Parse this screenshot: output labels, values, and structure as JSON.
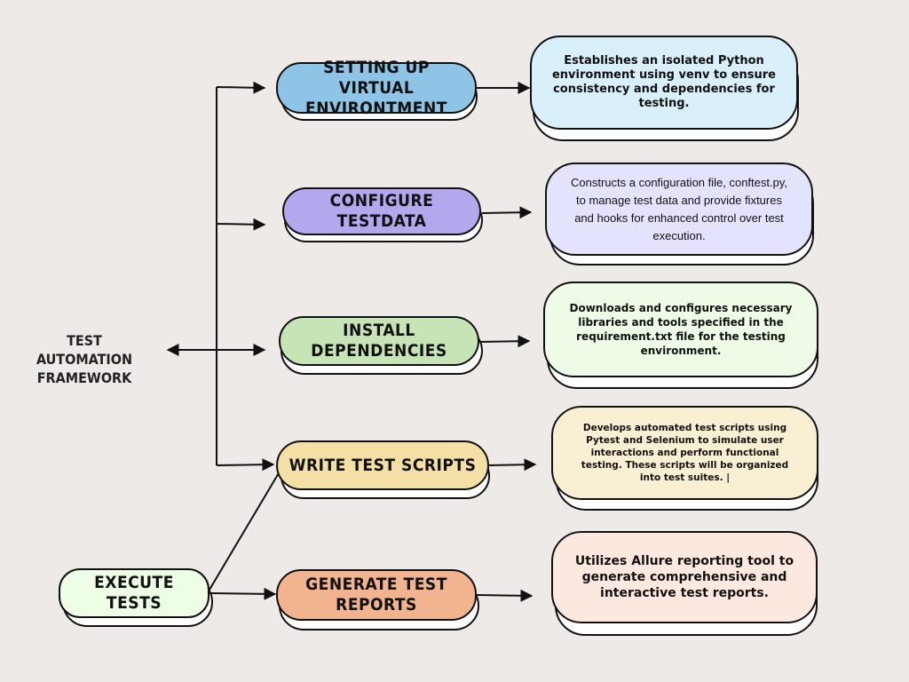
{
  "root": {
    "label": "TEST AUTOMATION\nFRAMEWORK"
  },
  "execute": {
    "label": "EXECUTE TESTS",
    "color": "#eefde6"
  },
  "steps": [
    {
      "id": "venv",
      "label": "SETTING UP VIRTUAL ENVIRONTMENT",
      "color": "#8ec4e6",
      "desc": "Establishes an isolated Python environment using venv to ensure consistency and dependencies for testing.",
      "desc_color": "#d9effa"
    },
    {
      "id": "testdata",
      "label": "CONFIGURE TESTDATA",
      "color": "#b3a8ee",
      "desc": "Constructs a configuration file, conftest.py, to manage test data and provide fixtures and hooks for enhanced control over test execution.",
      "desc_color": "#e3e3fd"
    },
    {
      "id": "deps",
      "label": "INSTALL DEPENDENCIES",
      "color": "#c7e4b6",
      "desc": "Downloads and configures necessary libraries and tools specified in the requirement.txt file for the testing environment.",
      "desc_color": "#eefbe6"
    },
    {
      "id": "scripts",
      "label": "WRITE TEST SCRIPTS",
      "color": "#f4dfa4",
      "desc": "Develops automated test scripts using Pytest and Selenium to simulate user interactions and perform functional testing. These scripts will be organized into test suites. |",
      "desc_color": "#f9f0d3"
    },
    {
      "id": "reports",
      "label": "GENERATE TEST REPORTS",
      "color": "#f1b48f",
      "desc": "Utilizes Allure reporting tool to generate comprehensive and interactive test reports.",
      "desc_color": "#fce8de"
    }
  ]
}
